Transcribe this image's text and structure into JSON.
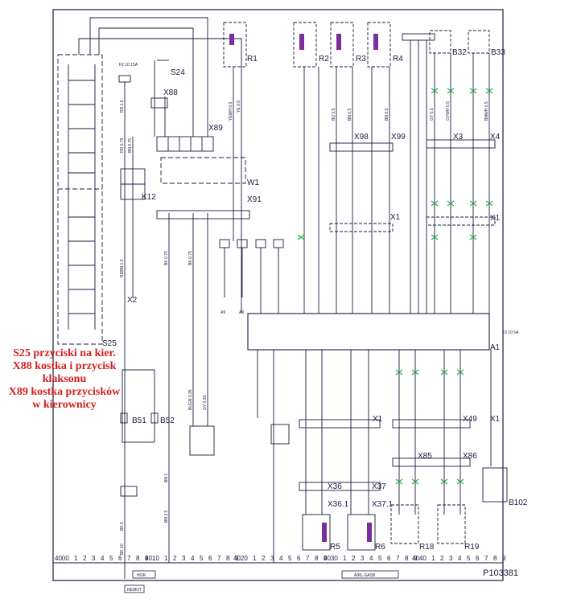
{
  "notes": {
    "line1": "S25 przyciski na kier.",
    "line2": "X88 kostka i przycisk",
    "line3": "klaksonu",
    "line4": "X89 kostka przycisków",
    "line5": "w kierownicy"
  },
  "drawing_number": "P103381",
  "components": {
    "R1": "R1",
    "R2": "R2",
    "R3": "R3",
    "R4": "R4",
    "B32": "B32",
    "B33": "B33",
    "S24": "S24",
    "S25": "S25",
    "X88": "X88",
    "X89": "X89",
    "X98": "X98",
    "X99": "X99",
    "W1": "W1",
    "X91": "X91",
    "K12": "K12",
    "X2": "X2",
    "X3": "X3",
    "X4": "X4",
    "X1": "X1",
    "A1": "A1",
    "B51": "B51",
    "B52": "B52",
    "X49": "X49",
    "X85": "X85",
    "X86": "X86",
    "X36": "X36",
    "X37": "X37",
    "X36_1": "X36.1",
    "X37_1": "X37.1",
    "R5": "R5",
    "R6": "R6",
    "R18": "R18",
    "R19": "R19",
    "B102": "B102"
  },
  "wires": {
    "w1": "RD 1.6",
    "w2": "RD 0.75",
    "w3": "BN 0.75",
    "w4": "RDBN 1.5",
    "w5": "BK 0.75",
    "w6": "BK 0.75",
    "w7": "YEWH 0.5",
    "w8": "YE 0.5",
    "w9": "BU 0.5",
    "w10": "BN 0.5",
    "w11": "BN 0.5",
    "w12": "GY 0.5",
    "w13": "GYWH 0.5",
    "w14": "BNWH 0.5",
    "w15": "BUGN 0.35",
    "w16": "GY 0.35",
    "w17": "BN 1",
    "w18": "BN 2.5",
    "w19": "BK 6",
    "w20": "BK 10"
  },
  "fuse_top": "F2 10 15A",
  "fuse_right": "F3 10 5A",
  "ground_labels": {
    "g1": "A9",
    "g2": "A9"
  },
  "bottom_ruler": {
    "group1_start": "4000",
    "group1": [
      "1",
      "2",
      "3",
      "4",
      "5",
      "6",
      "7",
      "8",
      "9"
    ],
    "group2_start": "4010",
    "group2": [
      "1",
      "2",
      "3",
      "4",
      "5",
      "6",
      "7",
      "8",
      "9"
    ],
    "group3_start": "4020",
    "group3": [
      "1",
      "2",
      "3",
      "4",
      "5",
      "6",
      "7",
      "8",
      "9"
    ],
    "group4_start": "4030",
    "group4": [
      "1",
      "2",
      "3",
      "4",
      "5",
      "6",
      "7",
      "8",
      "9"
    ],
    "group5_start": "4040",
    "group5": [
      "1",
      "2",
      "3",
      "4",
      "5",
      "6",
      "7",
      "8",
      "9"
    ]
  },
  "bottom_tags": {
    "hor": "HOR",
    "remot": "REMOT",
    "airbag": "AIRL-SASB"
  },
  "colors": {
    "ink": "#1a1a40",
    "dash": "#3a3a70",
    "note": "#d42020",
    "coil": "#7a2e9a",
    "x_mark": "#2ea84a"
  }
}
